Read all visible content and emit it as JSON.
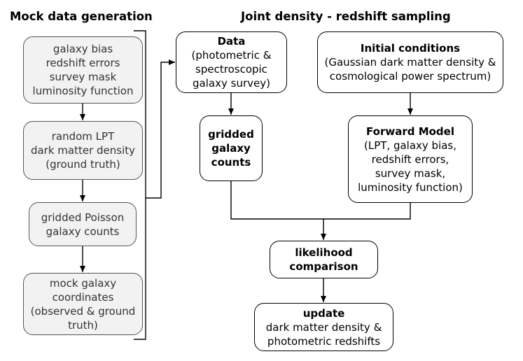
{
  "headings": {
    "mock": "Mock data generation",
    "joint": "Joint density - redshift sampling"
  },
  "mock_boxes": [
    {
      "lines": [
        "galaxy bias",
        "redshift errors",
        "survey mask",
        "luminosity function"
      ]
    },
    {
      "lines": [
        "random LPT",
        "dark matter density",
        "(ground truth)"
      ]
    },
    {
      "lines": [
        "gridded Poisson",
        "galaxy counts"
      ]
    },
    {
      "lines": [
        "mock galaxy",
        "coordinates",
        "(observed & ground",
        "truth)"
      ]
    }
  ],
  "data_box": {
    "title": "Data",
    "lines": [
      "(photometric &",
      "spectroscopic",
      "galaxy survey)"
    ]
  },
  "init_box": {
    "title": "Initial conditions",
    "lines": [
      "(Gaussian dark matter density &",
      "cosmological power spectrum)"
    ]
  },
  "gridded_box": {
    "lines": [
      "gridded",
      "galaxy",
      "counts"
    ]
  },
  "forward_box": {
    "title": "Forward Model",
    "lines": [
      "(LPT, galaxy bias,",
      "redshift errors,",
      "survey mask,",
      "luminosity function)"
    ]
  },
  "likelihood_box": {
    "lines": [
      "likelihood",
      "comparison"
    ]
  },
  "update_box": {
    "title": "update",
    "lines": [
      "dark matter density &",
      "photometric redshifts"
    ]
  }
}
